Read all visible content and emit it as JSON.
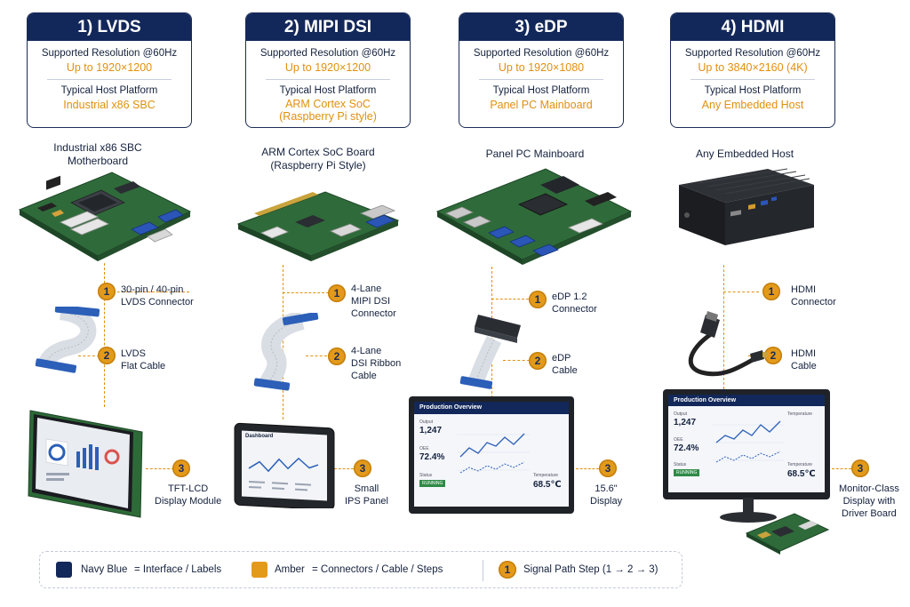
{
  "interfaces": [
    {
      "title": "1) LVDS",
      "res_label": "Supported Resolution @60Hz",
      "res_value": "Up to 1920×1200",
      "plat_label": "Typical Host Platform",
      "plat_value": "Industrial x86 SBC",
      "host_title": "Industrial x86 SBC\nMotherboard",
      "step1": "30-pin / 40-pin\nLVDS Connector",
      "step2": "LVDS\nFlat Cable",
      "step3": "TFT-LCD\nDisplay Module"
    },
    {
      "title": "2) MIPI DSI",
      "res_label": "Supported Resolution @60Hz",
      "res_value": "Up to 1920×1200",
      "plat_label": "Typical Host Platform",
      "plat_value": "ARM Cortex SoC\n(Raspberry Pi style)",
      "host_title": "ARM Cortex SoC Board\n(Raspberry Pi Style)",
      "step1": "4-Lane\nMIPI DSI\nConnector",
      "step2": "4-Lane\nDSI Ribbon\nCable",
      "step3": "Small\nIPS Panel"
    },
    {
      "title": "3) eDP",
      "res_label": "Supported Resolution @60Hz",
      "res_value": "Up to 1920×1080",
      "plat_label": "Typical Host Platform",
      "plat_value": "Panel PC Mainboard",
      "host_title": "Panel PC Mainboard",
      "step1": "eDP 1.2\nConnector",
      "step2": "eDP\nCable",
      "step3": "15.6\"\nDisplay"
    },
    {
      "title": "4) HDMI",
      "res_label": "Supported Resolution @60Hz",
      "res_value": "Up to 3840×2160 (4K)",
      "plat_label": "Typical Host Platform",
      "plat_value": "Any Embedded Host",
      "host_title": "Any Embedded Host",
      "step1": "HDMI\nConnector",
      "step2": "HDMI\nCable",
      "step3": "Monitor-Class\nDisplay with\nDriver Board"
    }
  ],
  "step_numbers": [
    "1",
    "2",
    "3"
  ],
  "screens": {
    "dashboard_title": "Production Overview",
    "small_title": "Dashboard",
    "output_label": "Output",
    "output_value": "1,247",
    "oee_label": "OEE",
    "oee_value": "72.4%",
    "status_label": "Status",
    "status_value": "RUNNING",
    "temp_label": "Temperature",
    "temp_value": "68.5℃"
  },
  "legend": {
    "navy_label": "Navy Blue",
    "navy_desc": "=  Interface / Labels",
    "amber_label": "Amber",
    "amber_desc": "=   Connectors / Cable / Steps",
    "step_desc": "Signal Path Step (1 → 2 → 3)",
    "step_icon": "1"
  },
  "colors": {
    "navy": "#13285a",
    "amber": "#e39a1b",
    "board": "#2f6b3a"
  }
}
